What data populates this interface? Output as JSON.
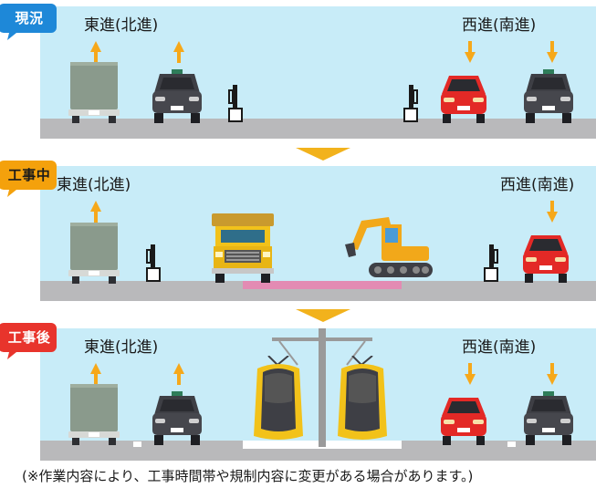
{
  "panels": [
    {
      "badge": "現況",
      "eastbound_label": "東進(北進)",
      "westbound_label": "西進(南進)",
      "badge_color": "#1e88d8"
    },
    {
      "badge": "工事中",
      "eastbound_label": "東進(北進)",
      "westbound_label": "西進(南進)",
      "badge_color": "#f4a10c"
    },
    {
      "badge": "工事後",
      "eastbound_label": "東進(北進)",
      "westbound_label": "西進(南進)",
      "badge_color": "#e8342c"
    }
  ],
  "footer_note": "(※作業内容により、工事時間帯や規制内容に変更がある場合があります。)",
  "colors": {
    "sky": "#c8ecf8",
    "road": "#b9b9bb",
    "work_zone": "#e38bb3",
    "arrow": "#f6a81a",
    "step_arrow": "#f2b21c",
    "red_car": "#e32926",
    "dark_car": "#3e3f45",
    "truck": "#8a9a8c",
    "tram": "#f2c21a"
  },
  "icons": [
    "direction-arrow-icon",
    "truck-icon",
    "taxi-icon",
    "red-car-icon",
    "bollard-icon",
    "dump-truck-icon",
    "excavator-icon",
    "tram-icon",
    "catenary-pole-icon"
  ]
}
